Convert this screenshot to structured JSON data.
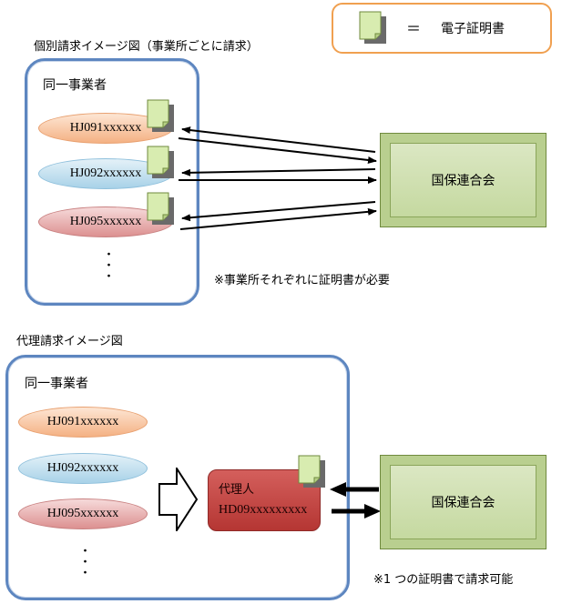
{
  "legend": {
    "equals": "＝",
    "label": "電子証明書"
  },
  "section1": {
    "title": "個別請求イメージ図（事業所ごとに請求）",
    "group_label": "同一事業者",
    "offices": [
      "HJ091xxxxxx",
      "HJ092xxxxxx",
      "HJ095xxxxxx"
    ],
    "dots": "・\n・\n・",
    "kokuho_label": "国保連合会",
    "note": "※事業所それぞれに証明書が必要"
  },
  "section2": {
    "title": "代理請求イメージ図",
    "group_label": "同一事業者",
    "offices": [
      "HJ091xxxxxx",
      "HJ092xxxxxx",
      "HJ095xxxxxx"
    ],
    "dots": "・\n・\n・",
    "agent_label": "代理人",
    "agent_code": "HD09xxxxxxxxx",
    "kokuho_label": "国保連合会",
    "note": "※1 つの証明書で請求可能"
  },
  "colors": {
    "legend_border": "#f0a050",
    "group_border": "#5d86c0",
    "certificate": "#d8ecb0",
    "kokuho": "#c5d9a0",
    "agent": "#c0413e"
  },
  "icons": [
    "certificate-icon",
    "hollow-arrow-icon"
  ]
}
